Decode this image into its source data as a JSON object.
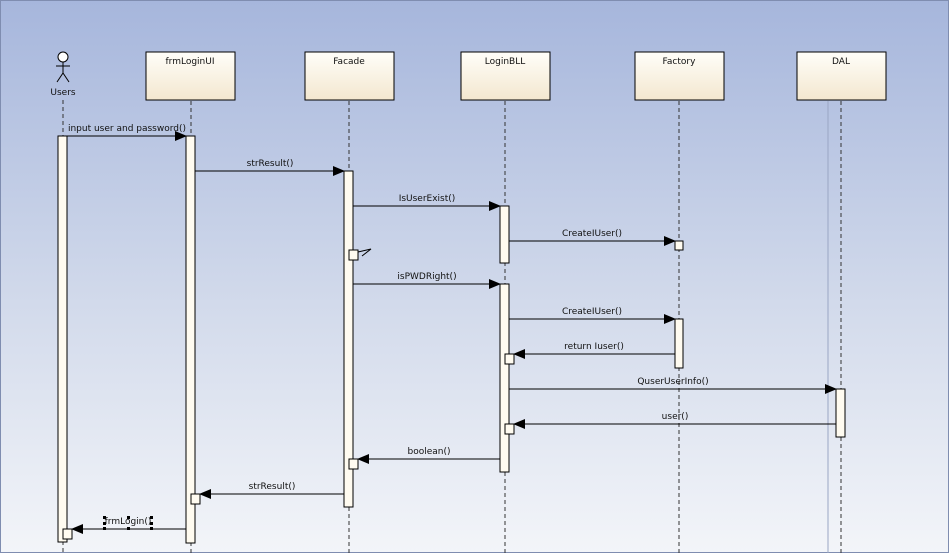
{
  "diagram": {
    "actor": {
      "label": "Users"
    },
    "lifelines": [
      {
        "id": "frm",
        "label": "frmLoginUI"
      },
      {
        "id": "facade",
        "label": "Facade"
      },
      {
        "id": "bll",
        "label": "LoginBLL"
      },
      {
        "id": "factory",
        "label": "Factory"
      },
      {
        "id": "dal",
        "label": "DAL"
      }
    ],
    "messages": [
      {
        "label": "input user and password()",
        "from": "users",
        "to": "frm",
        "kind": "call"
      },
      {
        "label": "strResult()",
        "from": "frm",
        "to": "facade",
        "kind": "call"
      },
      {
        "label": "IsUserExist()",
        "from": "facade",
        "to": "bll",
        "kind": "call"
      },
      {
        "label": "CreateIUser()",
        "from": "bll",
        "to": "factory",
        "kind": "call"
      },
      {
        "label": "isPWDRight()",
        "from": "facade",
        "to": "bll",
        "kind": "call"
      },
      {
        "label": "CreateIUser()",
        "from": "bll",
        "to": "factory",
        "kind": "call"
      },
      {
        "label": "return Iuser()",
        "from": "factory",
        "to": "bll",
        "kind": "return"
      },
      {
        "label": "QuserUserInfo()",
        "from": "bll",
        "to": "dal",
        "kind": "call"
      },
      {
        "label": "user()",
        "from": "dal",
        "to": "bll",
        "kind": "return"
      },
      {
        "label": "boolean()",
        "from": "bll",
        "to": "facade",
        "kind": "return"
      },
      {
        "label": "strResult()",
        "from": "facade",
        "to": "frm",
        "kind": "return"
      },
      {
        "label": "frmLogin()",
        "from": "frm",
        "to": "users",
        "kind": "return"
      }
    ]
  }
}
